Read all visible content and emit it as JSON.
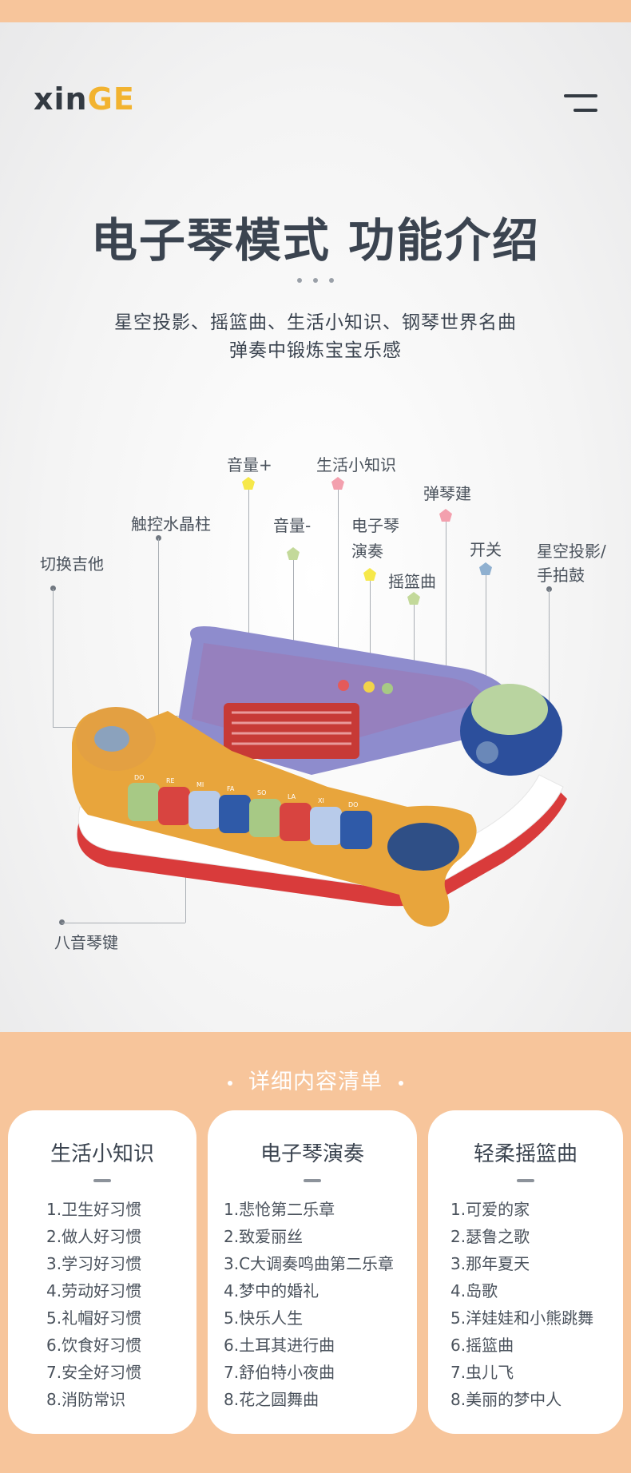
{
  "brand": {
    "letters": [
      "x",
      "i",
      "n",
      "G",
      "E"
    ]
  },
  "menu": {
    "icon": "hamburger-menu-icon"
  },
  "header": {
    "title": "电子琴模式  功能介绍",
    "subtitle_line1": "星空投影、摇篮曲、生活小知识、钢琴世界名曲",
    "subtitle_line2": "弹奏中锻炼宝宝乐感"
  },
  "callouts": {
    "switch_guitar": "切换吉他",
    "touch_crystal": "触控水晶柱",
    "volume_up": "音量+",
    "volume_down": "音量-",
    "life_knowledge": "生活小知识",
    "piano_play_1": "电子琴",
    "piano_play_2": "演奏",
    "lullaby": "摇篮曲",
    "play_key": "弹琴建",
    "power": "开关",
    "projection_1": "星空投影/",
    "projection_2": "手拍鼓",
    "eight_keys": "八音琴键"
  },
  "colors": {
    "orange_band": "#f7c59b",
    "title_dark": "#3b4450",
    "pin_yellow": "#f6e84a",
    "pin_pink": "#f3a0ae",
    "pin_green": "#c3d99a",
    "pin_blue": "#8fb0d0",
    "brand_yellow": "#f2b330"
  },
  "toy": {
    "key_labels": [
      "DO",
      "RE",
      "MI",
      "FA",
      "SO",
      "LA",
      "XI",
      "DO"
    ]
  },
  "list_section": {
    "heading": "详细内容清单",
    "cards": [
      {
        "title": "生活小知识",
        "items": [
          "1.卫生好习惯",
          "2.做人好习惯",
          "3.学习好习惯",
          "4.劳动好习惯",
          "5.礼帽好习惯",
          "6.饮食好习惯",
          "7.安全好习惯",
          "8.消防常识"
        ]
      },
      {
        "title": "电子琴演奏",
        "items": [
          "1.悲怆第二乐章",
          "2.致爱丽丝",
          "3.C大调奏鸣曲第二乐章",
          "4.梦中的婚礼",
          "5.快乐人生",
          "6.土耳其进行曲",
          "7.舒伯特小夜曲",
          "8.花之圆舞曲"
        ]
      },
      {
        "title": "轻柔摇篮曲",
        "items": [
          "1.可爱的家",
          "2.瑟鲁之歌",
          "3.那年夏天",
          "4.岛歌",
          "5.洋娃娃和小熊跳舞",
          "6.摇篮曲",
          "7.虫儿飞",
          "8.美丽的梦中人"
        ]
      }
    ]
  }
}
